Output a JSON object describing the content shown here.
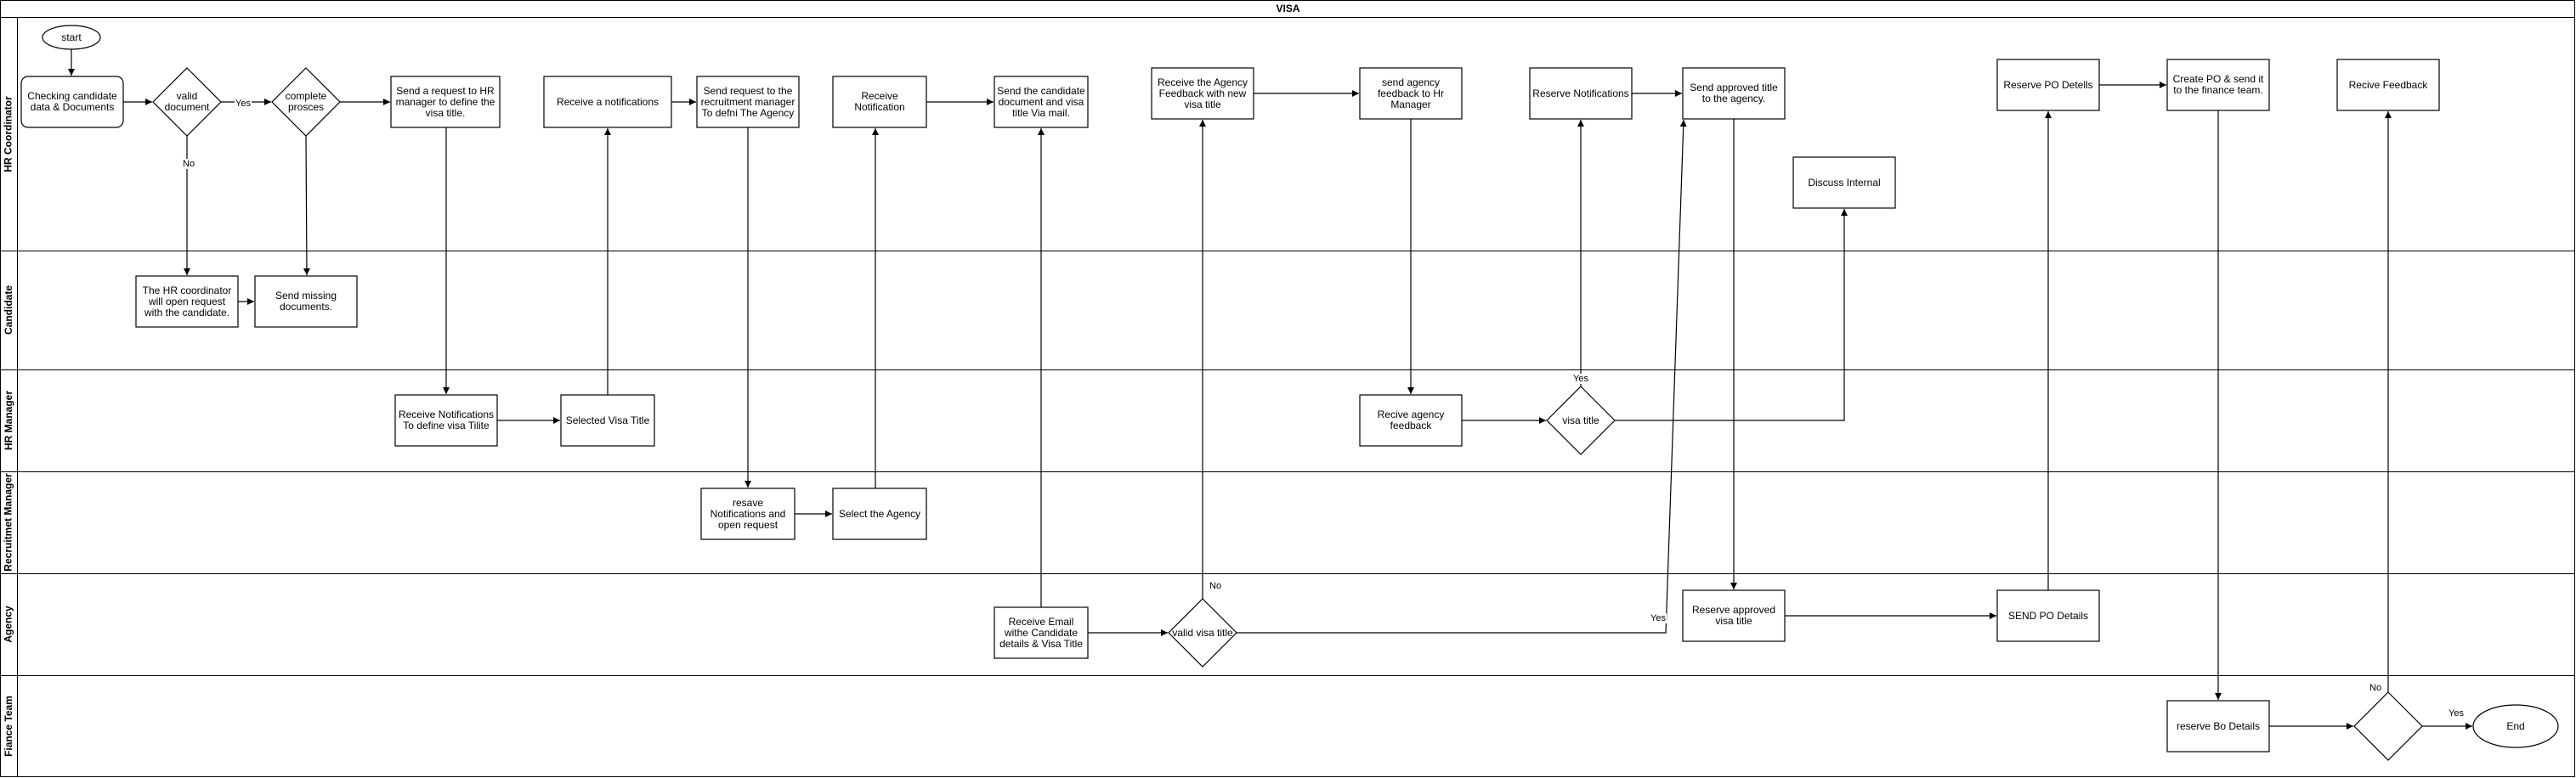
{
  "diagram": {
    "title": "VISA",
    "lanes": {
      "hr_coordinator": "HR Coordinator",
      "candidate": "Candidate",
      "hr_manager": "HR Manager",
      "recruitment_manager": "Recruitmet Manager",
      "agency": "Agency",
      "finance_team": "Fiance Team"
    },
    "nodes": {
      "start": "start",
      "checking": "Checking candidate data & Documents",
      "valid_doc": "valid document",
      "complete": "complete prosces",
      "send_req_hr": "Send a request to HR manager to define the visa title.",
      "receive_notif": "Receive a notifications",
      "send_req_rec": "Send request to the recruitment manager To defni The Agency",
      "receive_notification": "Receive Notification",
      "send_candidate_doc": "Send the candidate document and visa title Via mail.",
      "receive_agency_fb": "Receive the Agency Feedback with new visa title",
      "send_agency_fb": "send agency feedback to Hr Manager",
      "reserve_notifs": "Reserve Notifications",
      "send_approved": "Send approved title to the agency.",
      "discuss": "Discuss Internal",
      "reserve_po": "Reserve PO Detells",
      "create_po": "Create PO & send it to the finance team.",
      "recive_feedback": "Recive Feedback",
      "hr_open_request": "The HR coordinator will open request with the candidate.",
      "send_missing": "Send missing documents.",
      "receive_notif_define": "Receive Notifications To define visa Tilite",
      "selected_visa": "Selected Visa Title",
      "recive_agency_fb": "Recive agency feedback",
      "visa_title": "visa title",
      "resave_notif": "resave Notifications and open request",
      "select_agency": "Select the Agency",
      "receive_email": "Receive Email withe Candidate details & Visa Title",
      "valid_visa": "valid visa title",
      "reserve_approved": "Reserve approved visa title",
      "send_po": "SEND PO Details",
      "reserve_bo": "reserve Bo Details",
      "end": "End"
    },
    "edge_labels": {
      "yes_complete": "Yes",
      "no_valid_doc": "No",
      "yes_hr_visa": "Yes",
      "no_valid_visa": "No",
      "yes_valid_visa": "Yes",
      "no_finance": "No",
      "yes_finance": "Yes"
    }
  }
}
